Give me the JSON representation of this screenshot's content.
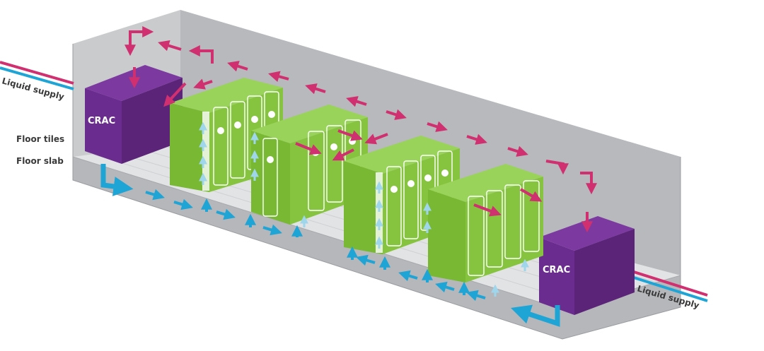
{
  "labels": {
    "liquid_supply_left": "Liquid supply",
    "liquid_supply_right": "Liquid supply",
    "floor_tiles": "Floor tiles",
    "floor_slab": "Floor slab",
    "crac_left": "CRAC",
    "crac_right": "CRAC"
  },
  "colors": {
    "room_wall": "#b7b9bc",
    "room_wall_light": "#c9cbcd",
    "floor_tile": "#e3e4e6",
    "crac_purple": "#6a2c8e",
    "crac_purple_top": "#7c3aa1",
    "rack_green": "#86c440",
    "rack_green_dark": "#6fae2e",
    "hot_air": "#d0306f",
    "cold_air": "#1fa4d6",
    "cold_air_light": "#8ed0ea",
    "pipe_magenta": "#d0306f",
    "pipe_cyan": "#1fa4d6"
  },
  "icons": {
    "hot_air_arrow": "hot-air-arrow-icon",
    "cold_air_arrow": "cold-air-arrow-icon",
    "rack_logo": "rack-logo-icon"
  }
}
